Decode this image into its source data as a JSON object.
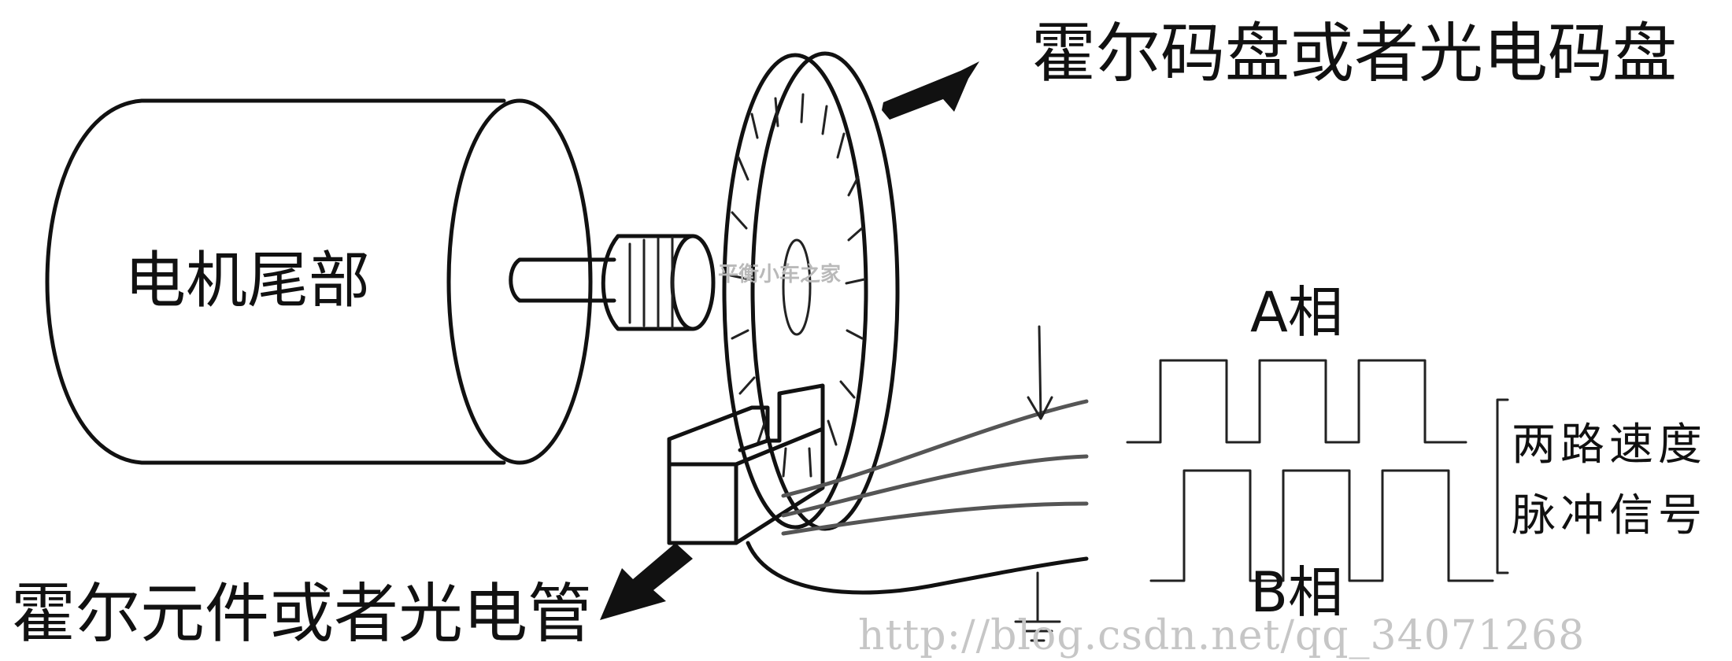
{
  "labels": {
    "motor": "电机尾部",
    "code_disk": "霍尔码盘或者光电码盘",
    "sensor": "霍尔元件或者光电管",
    "phase_a": "A相",
    "phase_b": "B相",
    "pulse_line1": "两路速度",
    "pulse_line2": "脉冲信号",
    "watermark_url": "http://blog.csdn.net/qq_34071268",
    "watermark_logo": "平衡小车之家"
  },
  "icons": [
    "arrow-up-right-icon",
    "arrow-down-left-icon",
    "ground-symbol-icon"
  ],
  "colors": {
    "ink": "#111111",
    "wire": "#555555",
    "watermark": "#c6c6c6"
  }
}
